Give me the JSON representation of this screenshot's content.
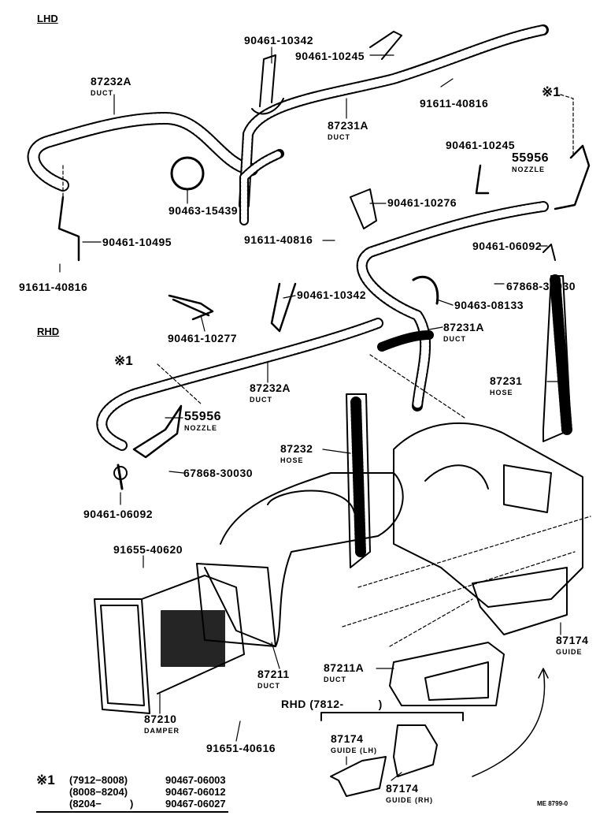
{
  "sections": {
    "lhd": "LHD",
    "rhd": "RHD"
  },
  "labels": {
    "l1": {
      "num": "90461-10342"
    },
    "l2": {
      "num": "90461-10245"
    },
    "l3": {
      "num": "87232A",
      "name": "DUCT"
    },
    "l4": {
      "num": "91611-40816"
    },
    "l5": {
      "num": "※1"
    },
    "l6": {
      "num": "87231A",
      "name": "DUCT"
    },
    "l7": {
      "num": "90461-10245"
    },
    "l8": {
      "num": "55956",
      "name": "NOZZLE"
    },
    "l9": {
      "num": "90463-15439"
    },
    "l10": {
      "num": "90461-10276"
    },
    "l11": {
      "num": "91611-40816"
    },
    "l12": {
      "num": "90461-10495"
    },
    "l13": {
      "num": "90461-06092"
    },
    "l14": {
      "num": "91611-40816"
    },
    "l15": {
      "num": "67868-30030"
    },
    "l16": {
      "num": "90461-10342"
    },
    "l17": {
      "num": "90463-08133"
    },
    "l18": {
      "num": "90461-10277"
    },
    "l19": {
      "num": "87231A",
      "name": "DUCT"
    },
    "l20": {
      "num": "※1"
    },
    "l21": {
      "num": "87232A",
      "name": "DUCT"
    },
    "l22": {
      "num": "87231",
      "name": "HOSE"
    },
    "l23": {
      "num": "55956",
      "name": "NOZZLE"
    },
    "l24": {
      "num": "87232",
      "name": "HOSE"
    },
    "l25": {
      "num": "67868-30030"
    },
    "l26": {
      "num": "90461-06092"
    },
    "l27": {
      "num": "91655-40620"
    },
    "l28": {
      "num": "87211",
      "name": "DUCT"
    },
    "l29": {
      "num": "87211A",
      "name": "DUCT"
    },
    "l30": {
      "num": "87174",
      "name": "GUIDE"
    },
    "l31": {
      "num": "87210",
      "name": "DAMPER"
    },
    "l32": {
      "num": "91651-40616"
    },
    "l33": {
      "num": "RHD (7812-          )"
    },
    "l34": {
      "num": "87174",
      "name": "GUIDE (LH)"
    },
    "l35": {
      "num": "87174",
      "name": "GUIDE (RH)"
    }
  },
  "footnote": {
    "mark": "※1",
    "rows": [
      {
        "range": "(7912−8008)",
        "part": "90467-06003"
      },
      {
        "range": "(8008−8204)",
        "part": "90467-06012"
      },
      {
        "range": "(8204−          )",
        "part": "90467-06027"
      }
    ]
  },
  "drawing_code": "ME 8799-0"
}
